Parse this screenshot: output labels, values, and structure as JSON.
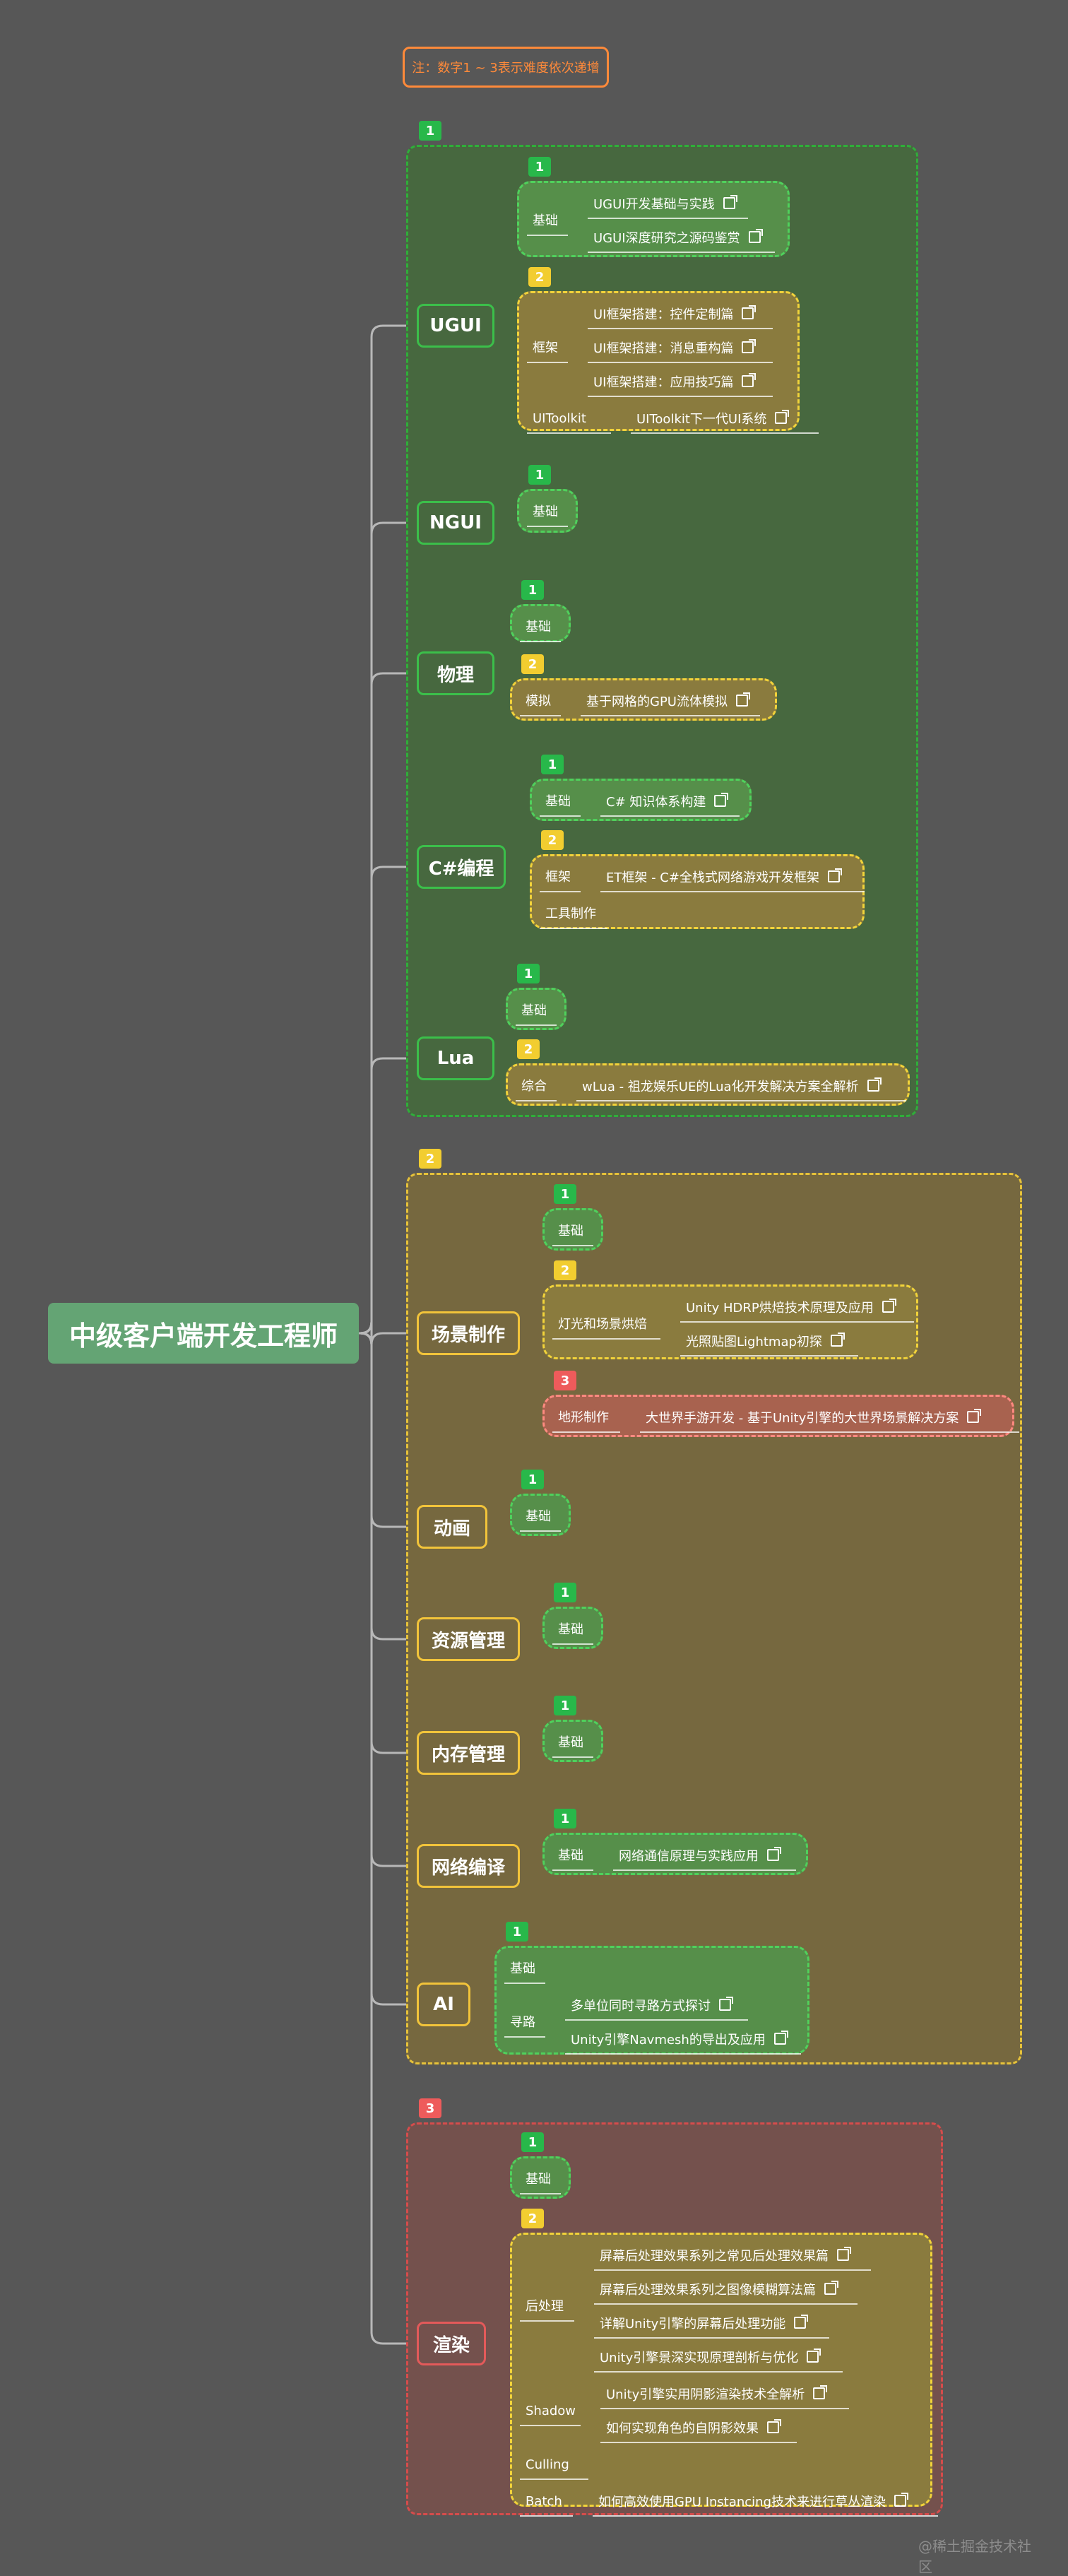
{
  "root": "中级客户端开发工程师",
  "note": "注：数字1 ~ 3表示难度依次递增",
  "watermark": "@稀土掘金技术社区",
  "colors": {
    "green": "#3bbf4a",
    "yellow": "#f2c43a",
    "red": "#e45a5a",
    "background": "#575757",
    "root": "#64a474"
  },
  "difficulty_groups": [
    {
      "level": "1",
      "color": "green",
      "categories": [
        {
          "name": "UGUI",
          "sections": [
            {
              "level": "1",
              "topics": [
                {
                  "label": "基础",
                  "articles": [
                    "UGUI开发基础与实践",
                    "UGUI深度研究之源码鉴赏"
                  ]
                }
              ]
            },
            {
              "level": "2",
              "topics": [
                {
                  "label": "框架",
                  "articles": [
                    "UI框架搭建：控件定制篇",
                    "UI框架搭建：消息重构篇",
                    "UI框架搭建：应用技巧篇"
                  ]
                },
                {
                  "label": "UIToolkit",
                  "articles": [
                    "UIToolkit下一代UI系统"
                  ]
                }
              ]
            }
          ]
        },
        {
          "name": "NGUI",
          "sections": [
            {
              "level": "1",
              "topics": [
                {
                  "label": "基础",
                  "articles": []
                }
              ]
            }
          ]
        },
        {
          "name": "物理",
          "sections": [
            {
              "level": "1",
              "topics": [
                {
                  "label": "基础",
                  "articles": []
                }
              ]
            },
            {
              "level": "2",
              "topics": [
                {
                  "label": "模拟",
                  "articles": [
                    "基于网格的GPU流体模拟"
                  ]
                }
              ]
            }
          ]
        },
        {
          "name": "C#编程",
          "sections": [
            {
              "level": "1",
              "topics": [
                {
                  "label": "基础",
                  "articles": [
                    "C# 知识体系构建"
                  ]
                }
              ]
            },
            {
              "level": "2",
              "topics": [
                {
                  "label": "框架",
                  "articles": [
                    "ET框架 - C#全栈式网络游戏开发框架"
                  ]
                },
                {
                  "label": "工具制作",
                  "articles": []
                }
              ]
            }
          ]
        },
        {
          "name": "Lua",
          "sections": [
            {
              "level": "1",
              "topics": [
                {
                  "label": "基础",
                  "articles": []
                }
              ]
            },
            {
              "level": "2",
              "topics": [
                {
                  "label": "综合",
                  "articles": [
                    "wLua - 祖龙娱乐UE的Lua化开发解决方案全解析"
                  ]
                }
              ]
            }
          ]
        }
      ]
    },
    {
      "level": "2",
      "color": "yellow",
      "categories": [
        {
          "name": "场景制作",
          "sections": [
            {
              "level": "1",
              "topics": [
                {
                  "label": "基础",
                  "articles": []
                }
              ]
            },
            {
              "level": "2",
              "topics": [
                {
                  "label": "灯光和场景烘焙",
                  "articles": [
                    "Unity HDRP烘焙技术原理及应用",
                    "光照贴图Lightmap初探"
                  ]
                }
              ]
            },
            {
              "level": "3",
              "topics": [
                {
                  "label": "地形制作",
                  "articles": [
                    "大世界手游开发 - 基于Unity引擎的大世界场景解决方案"
                  ]
                }
              ]
            }
          ]
        },
        {
          "name": "动画",
          "sections": [
            {
              "level": "1",
              "topics": [
                {
                  "label": "基础",
                  "articles": []
                }
              ]
            }
          ]
        },
        {
          "name": "资源管理",
          "sections": [
            {
              "level": "1",
              "topics": [
                {
                  "label": "基础",
                  "articles": []
                }
              ]
            }
          ]
        },
        {
          "name": "内存管理",
          "sections": [
            {
              "level": "1",
              "topics": [
                {
                  "label": "基础",
                  "articles": []
                }
              ]
            }
          ]
        },
        {
          "name": "网络编译",
          "sections": [
            {
              "level": "1",
              "topics": [
                {
                  "label": "基础",
                  "articles": [
                    "网络通信原理与实践应用"
                  ]
                }
              ]
            }
          ]
        },
        {
          "name": "AI",
          "sections": [
            {
              "level": "1",
              "topics": [
                {
                  "label": "基础",
                  "articles": []
                },
                {
                  "label": "寻路",
                  "articles": [
                    "多单位同时寻路方式探讨",
                    "Unity引擎Navmesh的导出及应用"
                  ]
                }
              ]
            }
          ]
        }
      ]
    },
    {
      "level": "3",
      "color": "red",
      "categories": [
        {
          "name": "渲染",
          "sections": [
            {
              "level": "1",
              "topics": [
                {
                  "label": "基础",
                  "articles": []
                }
              ]
            },
            {
              "level": "2",
              "topics": [
                {
                  "label": "后处理",
                  "articles": [
                    "屏幕后处理效果系列之常见后处理效果篇",
                    "屏幕后处理效果系列之图像模糊算法篇",
                    "详解Unity引擎的屏幕后处理功能",
                    "Unity引擎景深实现原理剖析与优化"
                  ]
                },
                {
                  "label": "Shadow",
                  "articles": [
                    "Unity引擎实用阴影渲染技术全解析",
                    "如何实现角色的自阴影效果"
                  ]
                },
                {
                  "label": "Culling",
                  "articles": []
                },
                {
                  "label": "Batch",
                  "articles": [
                    "如何高效使用GPU Instancing技术来进行草丛渲染"
                  ]
                }
              ]
            }
          ]
        }
      ]
    }
  ]
}
